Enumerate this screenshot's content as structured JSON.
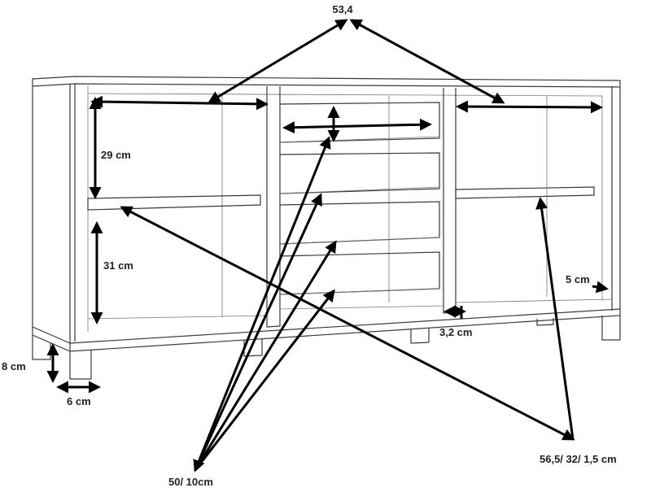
{
  "labels": {
    "top_depth": "53,4",
    "shelf_upper": "29 cm",
    "shelf_lower": "31 cm",
    "foot_height": "8 cm",
    "foot_width": "6 cm",
    "drawers": "50/ 10cm",
    "plinth": "3,2 cm",
    "side_gap": "5 cm",
    "compartments": "56,5/ 32/ 1,5 cm"
  }
}
